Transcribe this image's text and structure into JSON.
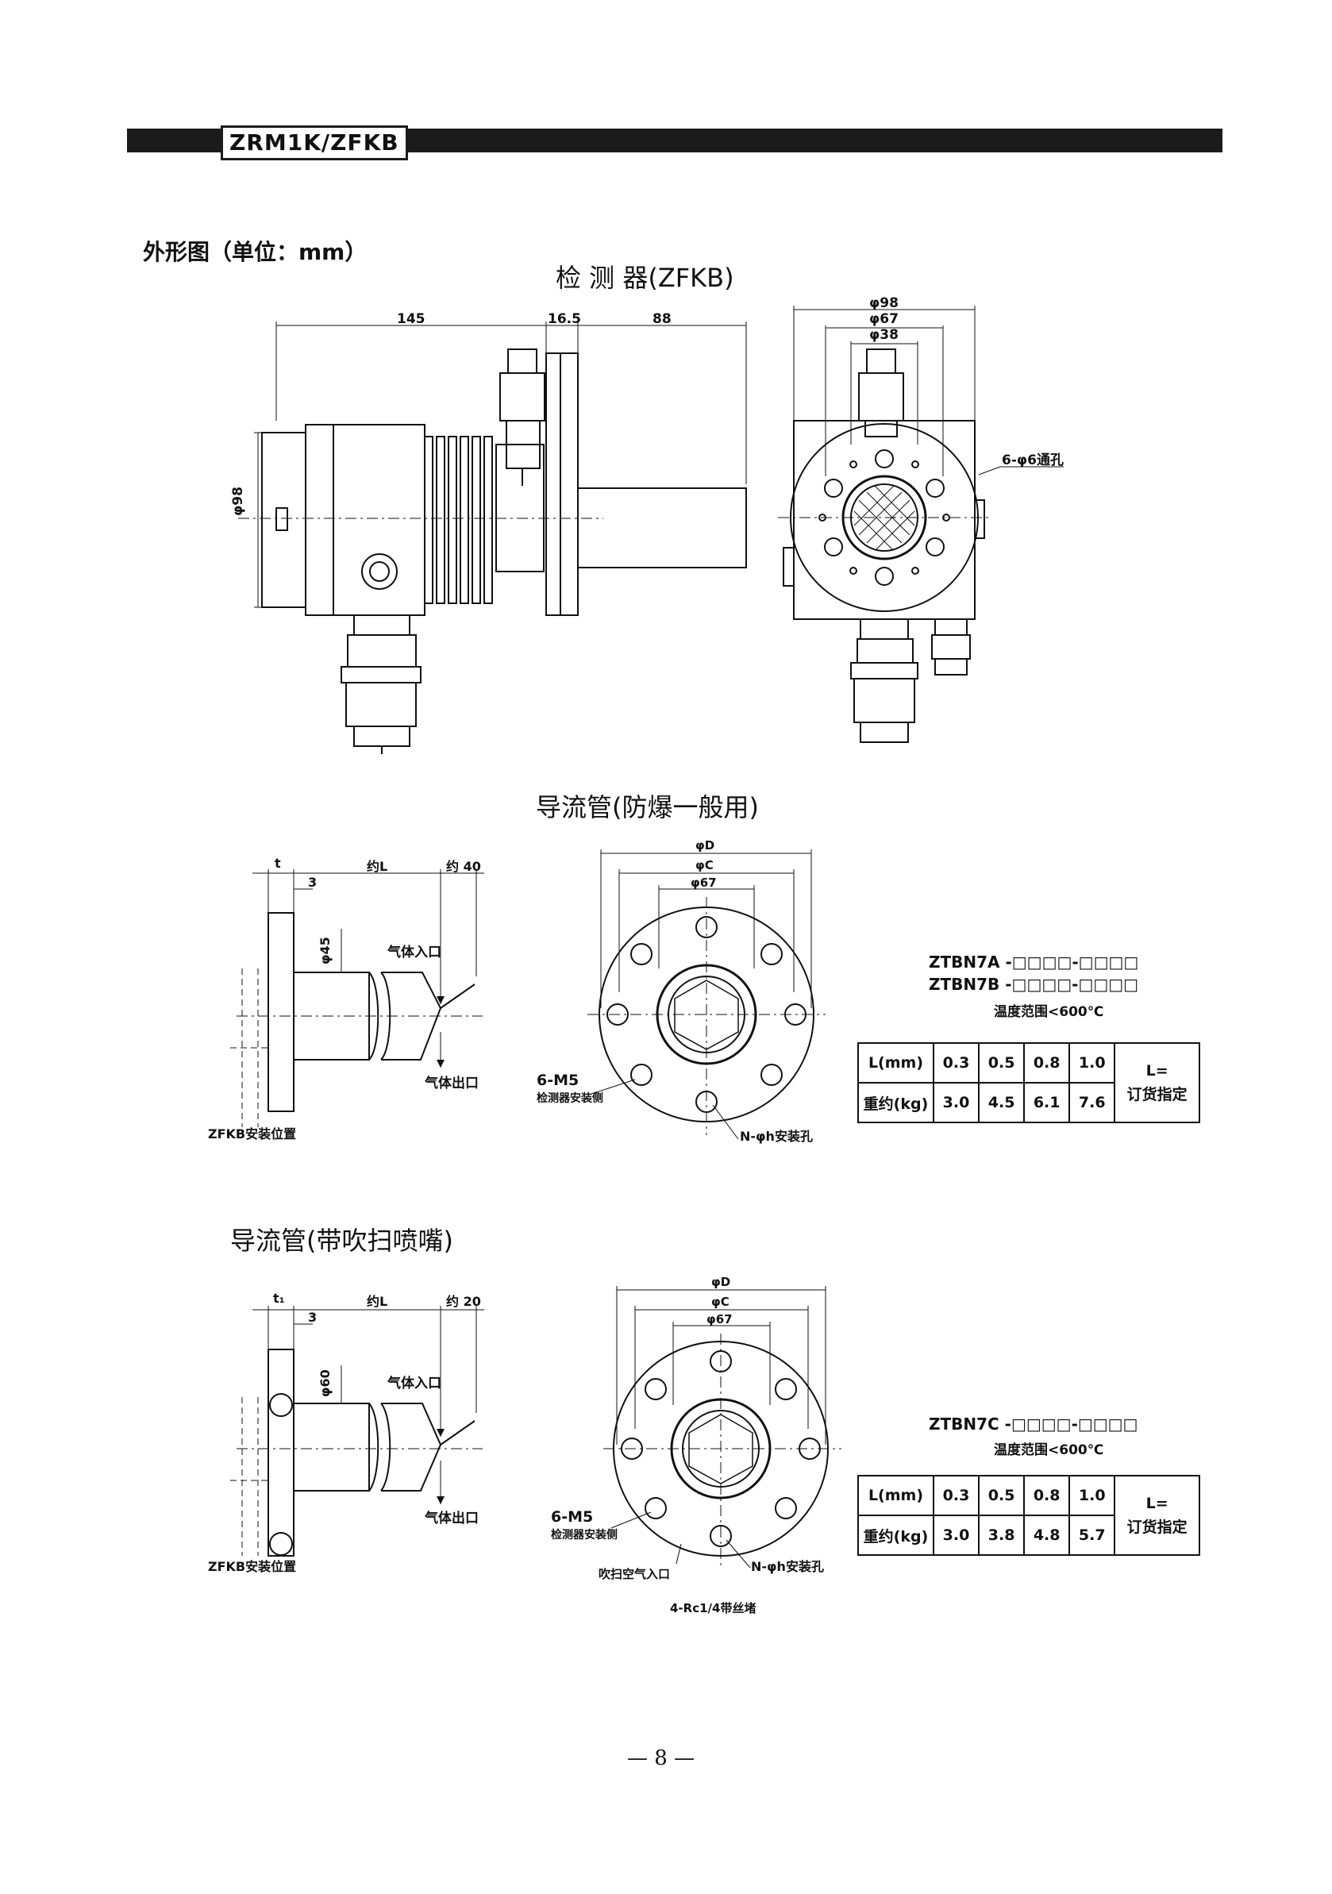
{
  "header": {
    "model": "ZRM1K/ZFKB"
  },
  "page_title": "外形图（单位：mm）",
  "detector": {
    "title": "检 测 器(ZFKB)",
    "dims": {
      "d145": "145",
      "d165": "16.5",
      "d88": "88",
      "dia98_side": "φ98",
      "dia98": "φ98",
      "dia67": "φ67",
      "dia38": "φ38"
    },
    "hole_label": "6-φ6通孔"
  },
  "guide_general": {
    "title": "导流管(防爆一般用)",
    "dims": {
      "t": "t",
      "d3": "3",
      "approxL": "约L",
      "approx40": "约 40",
      "dia45": "φ45",
      "phiD": "φD",
      "phiC": "φC",
      "phi67": "φ67"
    },
    "gas_in": "气体入口",
    "gas_out": "气体出口",
    "mount_pos": "ZFKB安装位置",
    "m5": "6-M5",
    "m5_side": "检测器安装侧",
    "mount_holes": "N-φh安装孔",
    "models": [
      "ZTBN7A -□□□□-□□□□",
      "ZTBN7B -□□□□-□□□□"
    ],
    "temp_range": "温度范围<600℃",
    "table": {
      "row1_head": "L(mm)",
      "row1": [
        "0.3",
        "0.5",
        "0.8",
        "1.0"
      ],
      "row2_head": "重约(kg)",
      "row2": [
        "3.0",
        "4.5",
        "6.1",
        "7.6"
      ],
      "note_a": "L=",
      "note_b": "订货指定"
    }
  },
  "guide_purge": {
    "title": "导流管(带吹扫喷嘴)",
    "dims": {
      "t1": "t₁",
      "d3": "3",
      "approxL": "约L",
      "approx20": "约 20",
      "dia60": "φ60",
      "phiD": "φD",
      "phiC": "φC",
      "phi67": "φ67"
    },
    "gas_in": "气体入口",
    "gas_out": "气体出口",
    "mount_pos": "ZFKB安装位置",
    "m5": "6-M5",
    "m5_side": "检测器安装侧",
    "mount_holes": "N-φh安装孔",
    "purge_in": "吹扫空气入口",
    "rc": "4-Rc1/4带丝堵",
    "models": [
      "ZTBN7C -□□□□-□□□□"
    ],
    "temp_range": "温度范围<600℃",
    "table": {
      "row1_head": "L(mm)",
      "row1": [
        "0.3",
        "0.5",
        "0.8",
        "1.0"
      ],
      "row2_head": "重约(kg)",
      "row2": [
        "3.0",
        "3.8",
        "4.8",
        "5.7"
      ],
      "note_a": "L=",
      "note_b": "订货指定"
    }
  },
  "page_number": "8"
}
